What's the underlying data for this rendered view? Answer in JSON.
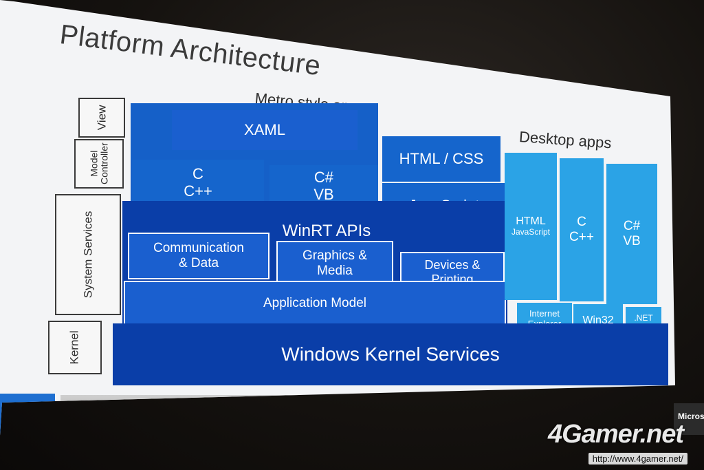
{
  "title": "Platform Architecture",
  "headers": {
    "metro": "Metro style apps",
    "desktop": "Desktop apps"
  },
  "sidebar": {
    "view": "View",
    "model_controller": "Model\nController",
    "system_services": "System Services",
    "kernel": "Kernel"
  },
  "metro": {
    "xaml": "XAML",
    "c_cpp": "C\nC++",
    "cs_vb": "C#\nVB",
    "html_css": "HTML / CSS",
    "javascript": "JavaScript"
  },
  "winrt": {
    "title": "WinRT APIs",
    "communication": "Communication\n& Data",
    "graphics": "Graphics &\nMedia",
    "devices": "Devices &\nPrinting",
    "app_model": "Application Model"
  },
  "desktop": {
    "html_js_top": "HTML",
    "html_js_bottom": "JavaScript",
    "c_cpp": "C\nC++",
    "cs_vb": "C#\nVB",
    "ie": "Internet\nExplorer",
    "win32": "Win32",
    "dotnet": ".NET\nSL"
  },
  "kernel_services": "Windows Kernel Services",
  "footer": {
    "brand_partial": "Micros"
  },
  "watermark": {
    "logo": "4Gamer.net",
    "url": "http://www.4gamer.net/"
  },
  "colors": {
    "dark_blue": "#0a3ea8",
    "mid_blue": "#1560c8",
    "light_blue": "#2ba3e6",
    "background": "#f3f4f6"
  }
}
